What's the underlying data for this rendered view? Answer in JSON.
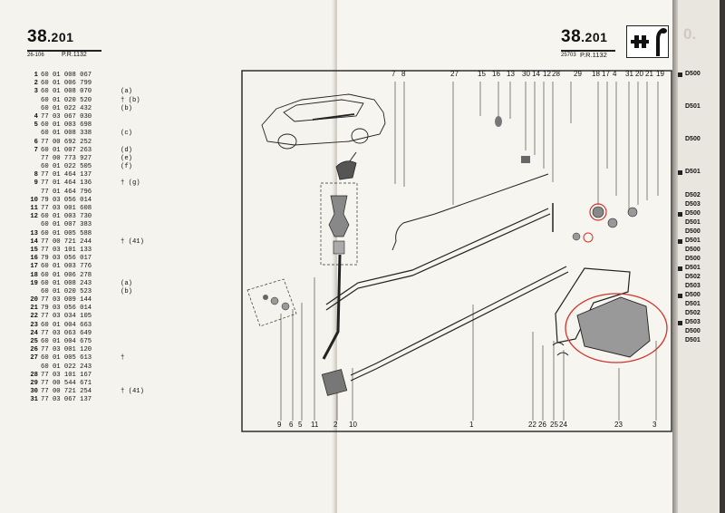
{
  "left_page": {
    "ref_main": "38",
    "ref_sub": ".201",
    "code": "26-106",
    "pr": "P.R.1132",
    "parts": [
      {
        "n": "1",
        "code": "60 01 008 067",
        "suffix": ""
      },
      {
        "n": "2",
        "code": "60 01 006 799",
        "suffix": ""
      },
      {
        "n": "3",
        "code": "60 01 008 070",
        "suffix": "(a)"
      },
      {
        "n": "",
        "code": "60 01 020 520",
        "suffix": "† (b)"
      },
      {
        "n": "",
        "code": "60 01 022 432",
        "suffix": "(b)"
      },
      {
        "n": "4",
        "code": "77 03 067 030",
        "suffix": ""
      },
      {
        "n": "5",
        "code": "60 01 003 698",
        "suffix": ""
      },
      {
        "n": "",
        "code": "60 01 008 338",
        "suffix": "(c)"
      },
      {
        "n": "6",
        "code": "77 00 692 252",
        "suffix": ""
      },
      {
        "n": "7",
        "code": "60 01 007 263",
        "suffix": "(d)"
      },
      {
        "n": "",
        "code": "77 00 773 927",
        "suffix": "(e)"
      },
      {
        "n": "",
        "code": "60 01 022 505",
        "suffix": "(f)"
      },
      {
        "n": "8",
        "code": "77 01 464 137",
        "suffix": ""
      },
      {
        "n": "9",
        "code": "77 01 464 136",
        "suffix": "† (g)"
      },
      {
        "n": "",
        "code": "77 01 464 796",
        "suffix": ""
      },
      {
        "n": "10",
        "code": "79 03 056 014",
        "suffix": ""
      },
      {
        "n": "11",
        "code": "77 03 001 608",
        "suffix": ""
      },
      {
        "n": "12",
        "code": "60 01 003 730",
        "suffix": ""
      },
      {
        "n": "",
        "code": "60 01 007 383",
        "suffix": ""
      },
      {
        "n": "13",
        "code": "60 01 005 588",
        "suffix": ""
      },
      {
        "n": "14",
        "code": "77 00 721 244",
        "suffix": "† (41)"
      },
      {
        "n": "15",
        "code": "77 03 101 133",
        "suffix": ""
      },
      {
        "n": "16",
        "code": "79 03 056 017",
        "suffix": ""
      },
      {
        "n": "17",
        "code": "60 01 003 776",
        "suffix": ""
      },
      {
        "n": "18",
        "code": "60 01 006 278",
        "suffix": ""
      },
      {
        "n": "19",
        "code": "60 01 008 243",
        "suffix": "(a)"
      },
      {
        "n": "",
        "code": "60 01 020 523",
        "suffix": "(b)"
      },
      {
        "n": "20",
        "code": "77 03 009 144",
        "suffix": ""
      },
      {
        "n": "21",
        "code": "79 03 056 014",
        "suffix": ""
      },
      {
        "n": "22",
        "code": "77 03 034 105",
        "suffix": ""
      },
      {
        "n": "23",
        "code": "60 01 004 663",
        "suffix": ""
      },
      {
        "n": "24",
        "code": "77 03 063 649",
        "suffix": ""
      },
      {
        "n": "25",
        "code": "60 01 004 675",
        "suffix": ""
      },
      {
        "n": "26",
        "code": "77 03 001 120",
        "suffix": ""
      },
      {
        "n": "27",
        "code": "60 01 005 613",
        "suffix": "†"
      },
      {
        "n": "",
        "code": "60 01 022 243",
        "suffix": ""
      },
      {
        "n": "28",
        "code": "77 03 101 167",
        "suffix": ""
      },
      {
        "n": "29",
        "code": "77 00 544 671",
        "suffix": ""
      },
      {
        "n": "30",
        "code": "77 00 721 254",
        "suffix": "† (41)"
      },
      {
        "n": "31",
        "code": "77 03 067 137",
        "suffix": ""
      }
    ]
  },
  "right_page": {
    "ref_main": "38",
    "ref_sub": ".201",
    "code": "25703",
    "pr": "P.R.1132"
  },
  "diagram": {
    "callouts_top": [
      "7",
      "8",
      "27",
      "15",
      "16",
      "13",
      "30",
      "14",
      "12",
      "28",
      "29",
      "18",
      "17",
      "4",
      "31",
      "20",
      "21",
      "19"
    ],
    "callouts_bottom": [
      "9",
      "6",
      "5",
      "11",
      "2",
      "10",
      "1",
      "22",
      "26",
      "25",
      "24",
      "23",
      "3"
    ]
  },
  "next_page_tabs": [
    "D500",
    "D501",
    "D500",
    "D501",
    "D502",
    "D503",
    "D500",
    "D501",
    "D500",
    "D501",
    "D500",
    "D500",
    "D501",
    "D502",
    "D503",
    "D500",
    "D501",
    "D502",
    "D503",
    "D500",
    "D501"
  ],
  "icon": "gear-lever-icon"
}
